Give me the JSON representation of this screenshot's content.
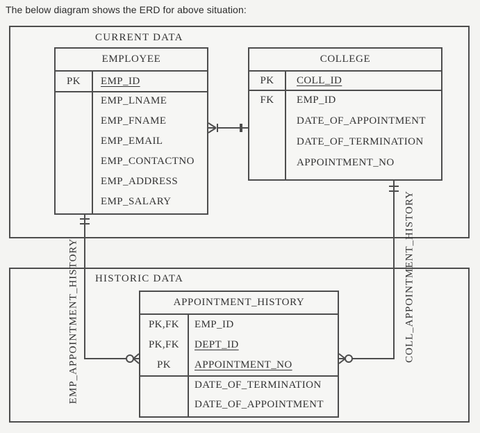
{
  "page": {
    "caption": "The below diagram shows the ERD for above situation:"
  },
  "colors": {
    "background": "#f4f4f2",
    "line": "#4d4d4d",
    "text": "#333333"
  },
  "groups": {
    "current": {
      "label": "CURRENT DATA"
    },
    "historic": {
      "label": "HISTORIC DATA"
    }
  },
  "entities": {
    "employee": {
      "title": "EMPLOYEE",
      "pk": {
        "key": "PK",
        "attr": "EMP_ID"
      },
      "attrs": [
        "EMP_LNAME",
        "EMP_FNAME",
        "EMP_EMAIL",
        "EMP_CONTACTNO",
        "EMP_ADDRESS",
        "EMP_SALARY"
      ]
    },
    "college": {
      "title": "COLLEGE",
      "pk": {
        "key": "PK",
        "attr": "COLL_ID"
      },
      "fk_key": "FK",
      "attrs": [
        "EMP_ID",
        "DATE_OF_APPOINTMENT",
        "DATE_OF_TERMINATION",
        "APPOINTMENT_NO"
      ]
    },
    "appointment_history": {
      "title": "APPOINTMENT_HISTORY",
      "key_rows": [
        {
          "key": "PK,FK",
          "attr": "EMP_ID"
        },
        {
          "key": "PK,FK",
          "attr": "DEPT_ID"
        },
        {
          "key": "PK",
          "attr": "APPOINTMENT_NO"
        }
      ],
      "attrs": [
        "DATE_OF_TERMINATION",
        "DATE_OF_APPOINTMENT"
      ]
    }
  },
  "relationships": {
    "emp_appointment_history": {
      "label": "EMP_APPOINTMENT_HISTORY"
    },
    "coll_appointment_history": {
      "label": "COLL_APPOINTMENT_HISTORY"
    }
  }
}
